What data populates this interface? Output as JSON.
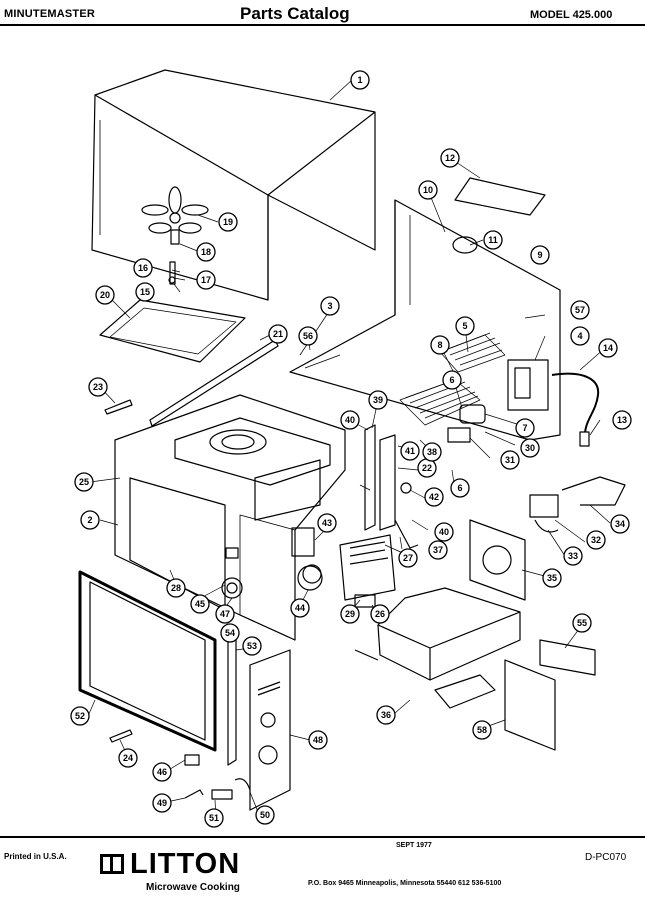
{
  "header": {
    "brand": "MINUTEMASTER",
    "title": "Parts Catalog",
    "model": "MODEL 425.000"
  },
  "footer": {
    "printed": "Printed in U.S.A.",
    "date": "SEPT 1977",
    "doc_code": "D-PC070",
    "logo_name": "LITTON",
    "logo_sub": "Microwave Cooking",
    "address": "P.O. Box 9465   Minneapolis, Minnesota 55440   612  536-5100"
  },
  "callouts": [
    "1",
    "12",
    "10",
    "19",
    "11",
    "9",
    "18",
    "16",
    "17",
    "15",
    "3",
    "57",
    "20",
    "21",
    "56",
    "5",
    "4",
    "14",
    "8",
    "6",
    "23",
    "40",
    "39",
    "7",
    "13",
    "41",
    "22",
    "30",
    "31",
    "25",
    "38",
    "6",
    "42",
    "2",
    "43",
    "40",
    "34",
    "33",
    "32",
    "28",
    "27",
    "37",
    "45",
    "47",
    "44",
    "29",
    "26",
    "35",
    "54",
    "53",
    "55",
    "52",
    "48",
    "36",
    "58",
    "24",
    "46",
    "49",
    "51",
    "50"
  ]
}
